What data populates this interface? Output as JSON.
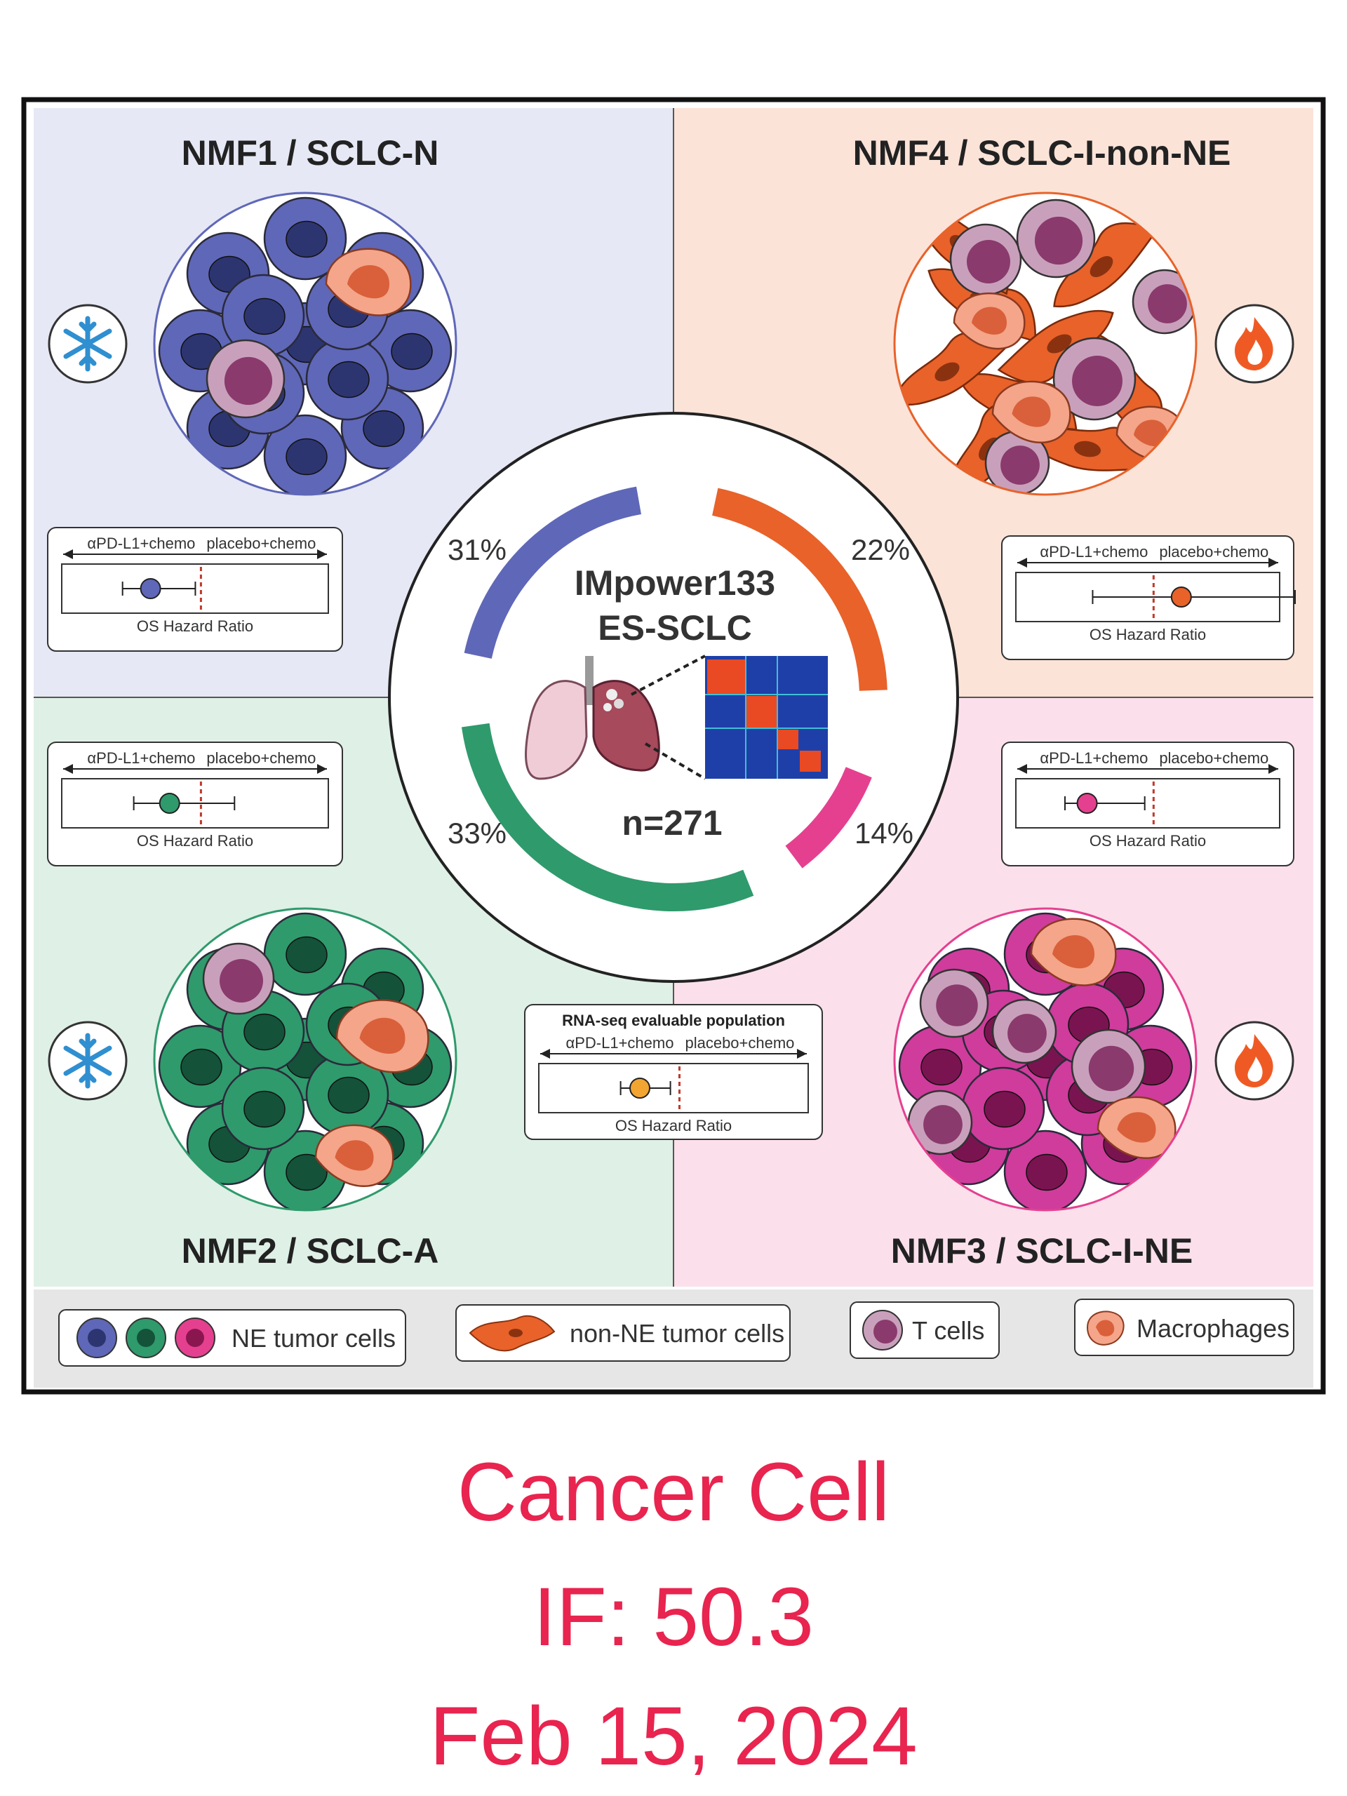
{
  "quadrants": {
    "nmf1": {
      "title": "NMF1 / SCLC-N",
      "color": "#5f67b8",
      "percent": "31%",
      "icon": "snowflake-icon",
      "hr": 0.55,
      "ci": [
        0.3,
        0.95
      ]
    },
    "nmf4": {
      "title": "NMF4 / SCLC-I-non-NE",
      "color": "#e8622a",
      "percent": "22%",
      "icon": "fire-icon",
      "hr": 1.25,
      "ci": [
        0.45,
        2.3
      ]
    },
    "nmf2": {
      "title": "NMF2 / SCLC-A",
      "color": "#2f9a6c",
      "percent": "33%",
      "icon": "snowflake-icon",
      "hr": 0.72,
      "ci": [
        0.4,
        1.3
      ]
    },
    "nmf3": {
      "title": "NMF3 / SCLC-I-NE",
      "color": "#e5408f",
      "percent": "14%",
      "icon": "fire-icon",
      "hr": 0.4,
      "ci": [
        0.2,
        0.92
      ]
    }
  },
  "forest": {
    "left_label": "αPD-L1+chemo",
    "right_label": "placebo+chemo",
    "axis_label": "OS Hazard Ratio",
    "reference": 1.0
  },
  "center": {
    "title1": "IMpower133",
    "title2": "ES-SCLC",
    "n": "n=271"
  },
  "rnaseq": {
    "title": "RNA-seq evaluable population",
    "hr": 0.65,
    "ci": [
      0.48,
      0.92
    ],
    "color": "#f2a531"
  },
  "legend": {
    "ne": "NE tumor cells",
    "non_ne": "non-NE tumor cells",
    "t_cells": "T cells",
    "macrophages": "Macrophages"
  },
  "footer": {
    "journal": "Cancer Cell",
    "impact": "IF: 50.3",
    "date": "Feb 15, 2024"
  }
}
